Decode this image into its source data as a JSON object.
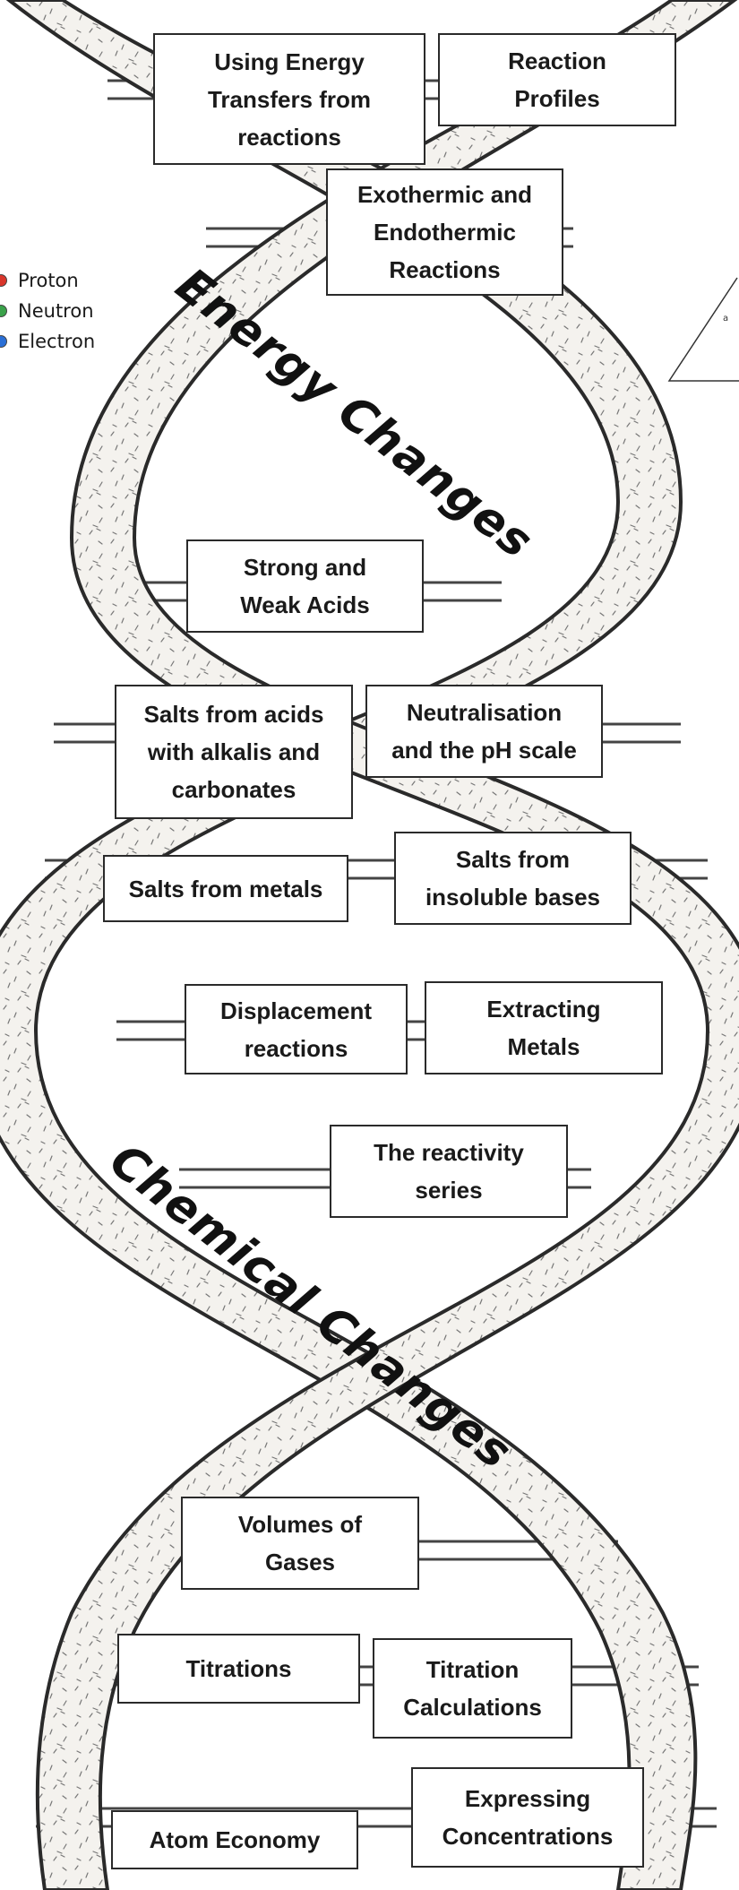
{
  "banners": {
    "energy": "Energy Changes",
    "chemical": "Chemical Changes"
  },
  "legend": [
    {
      "label": "Proton",
      "color": "#d9362b"
    },
    {
      "label": "Neutron",
      "color": "#3aa24a"
    },
    {
      "label": "Electron",
      "color": "#2a6fd6"
    }
  ],
  "topics": {
    "energy_transfers": [
      "Using Energy",
      "Transfers from",
      "reactions"
    ],
    "reaction_profiles": [
      "Reaction",
      "Profiles"
    ],
    "exo_endo": [
      "Exothermic and",
      "Endothermic",
      "Reactions"
    ],
    "strong_weak_acids": [
      "Strong and",
      "Weak Acids"
    ],
    "salts_acids_alkalis": [
      "Salts from acids",
      "with alkalis and",
      "carbonates"
    ],
    "neutralisation": [
      "Neutralisation",
      "and the pH scale"
    ],
    "salts_metals": [
      "Salts from metals"
    ],
    "salts_insoluble_bases": [
      "Salts from",
      "insoluble bases"
    ],
    "displacement": [
      "Displacement",
      "reactions"
    ],
    "extracting_metals": [
      "Extracting",
      "Metals"
    ],
    "reactivity_series": [
      "The reactivity",
      "series"
    ],
    "volumes_gases": [
      "Volumes of",
      "Gases"
    ],
    "titrations": [
      "Titrations"
    ],
    "titration_calculations": [
      "Titration",
      "Calculations"
    ],
    "atom_economy": [
      "Atom Economy"
    ],
    "expressing_concentrations": [
      "Expressing",
      "Concentrations"
    ]
  }
}
